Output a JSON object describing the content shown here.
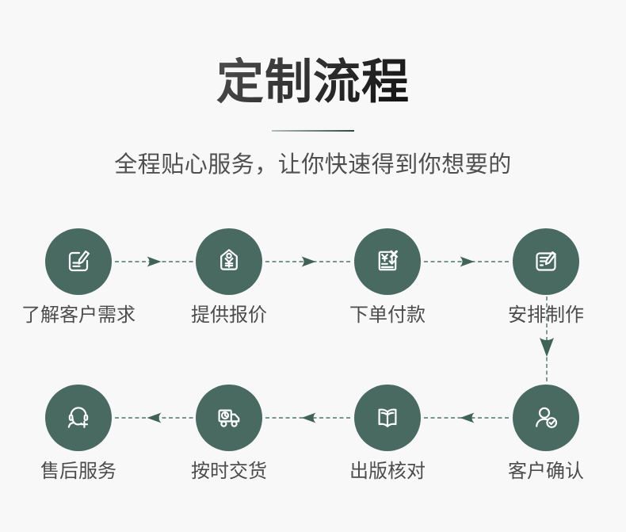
{
  "page": {
    "title": "定制流程",
    "subtitle": "全程贴心服务，让你快速得到你想要的",
    "background_color": "#f8f8f8",
    "title_underline_color": "#2c4a41",
    "circle_color": "#486a60",
    "arrow_color": "#4c7467",
    "icon_color": "#ffffff",
    "label_color": "#4c4c4c"
  },
  "flow": {
    "sequence": [
      "了解客户需求",
      "提供报价",
      "下单付款",
      "安排制作",
      "客户确认",
      "出版核对",
      "按时交货",
      "售后服务"
    ],
    "rows": [
      {
        "direction": "right",
        "steps": [
          {
            "label": "了解客户需求",
            "icon": "edit-note-icon"
          },
          {
            "label": "提供报价",
            "icon": "price-tag-icon"
          },
          {
            "label": "下单付款",
            "icon": "order-payment-icon"
          },
          {
            "label": "安排制作",
            "icon": "production-edit-icon"
          }
        ]
      },
      {
        "direction": "left",
        "steps": [
          {
            "label": "售后服务",
            "icon": "customer-service-icon"
          },
          {
            "label": "按时交货",
            "icon": "delivery-truck-icon"
          },
          {
            "label": "出版核对",
            "icon": "open-book-icon"
          },
          {
            "label": "客户确认",
            "icon": "user-check-icon"
          }
        ]
      }
    ]
  }
}
